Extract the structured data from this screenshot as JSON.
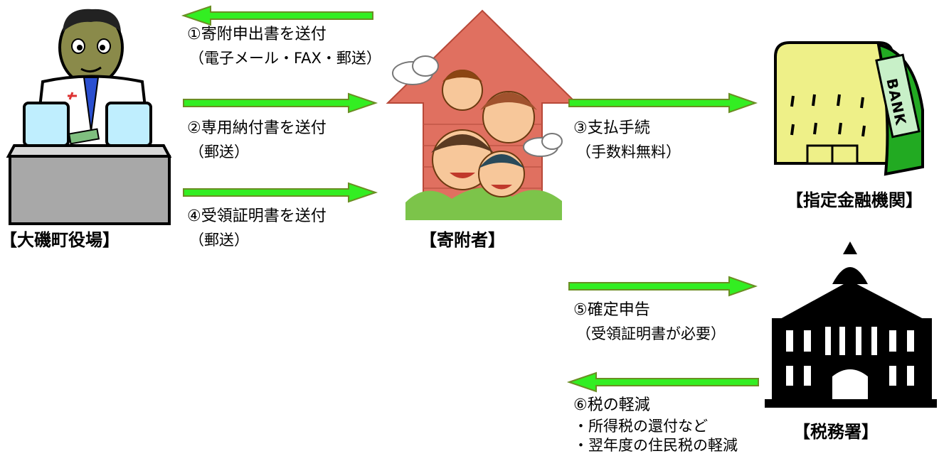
{
  "actors": {
    "town_office": "【大磯町役場】",
    "donor": "【寄附者】",
    "bank": "【指定金融機関】",
    "tax_office": "【税務署】",
    "bank_sign": "BANK"
  },
  "steps": {
    "s1": {
      "title": "①寄附申出書を送付",
      "detail": "（電子メール・FAX・郵送）"
    },
    "s2": {
      "title": "②専用納付書を送付",
      "detail": "（郵送）"
    },
    "s3": {
      "title": "③支払手続",
      "detail": "（手数料無料）"
    },
    "s4": {
      "title": "④受領証明書を送付",
      "detail": "（郵送）"
    },
    "s5": {
      "title": "⑤確定申告",
      "detail": "（受領証明書が必要）"
    },
    "s6": {
      "title": "⑥税の軽減",
      "detail1": "・所得税の還付など",
      "detail2": "・翌年度の住民税の軽減"
    }
  },
  "colors": {
    "arrow_fill": "#33ee22",
    "arrow_stroke": "#6b8e23",
    "house": "#e07060",
    "bank_green": "#22aa22",
    "bank_yellow": "#eef088"
  }
}
